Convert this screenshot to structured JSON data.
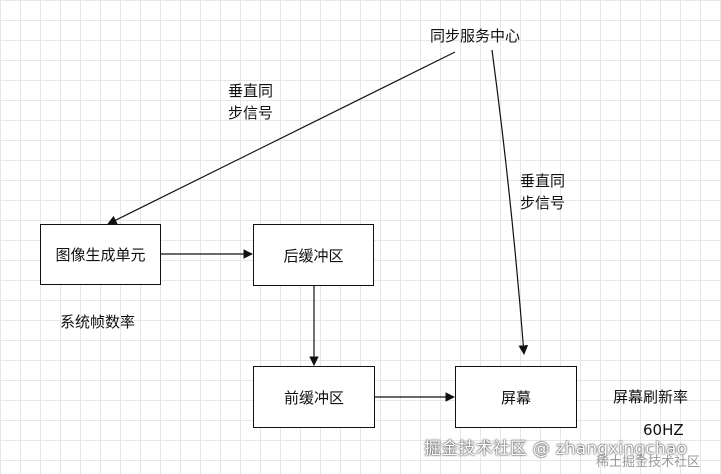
{
  "nodes": {
    "sync_center": "同步服务中心",
    "image_gen": "图像生成单元",
    "back_buffer": "后缓冲区",
    "front_buffer": "前缓冲区",
    "screen": "屏幕"
  },
  "edge_labels": {
    "vsync_left": [
      "垂直同",
      "步信号"
    ],
    "vsync_right": [
      "垂直同",
      "步信号"
    ]
  },
  "annotations": {
    "system_frame_rate": "系统帧数率",
    "screen_refresh_rate": "屏幕刷新率",
    "refresh_value": "60HZ"
  },
  "watermark": {
    "text": "掘金技术社区 @ zhangxingchao",
    "sub": "稀土掘金技术社区"
  }
}
